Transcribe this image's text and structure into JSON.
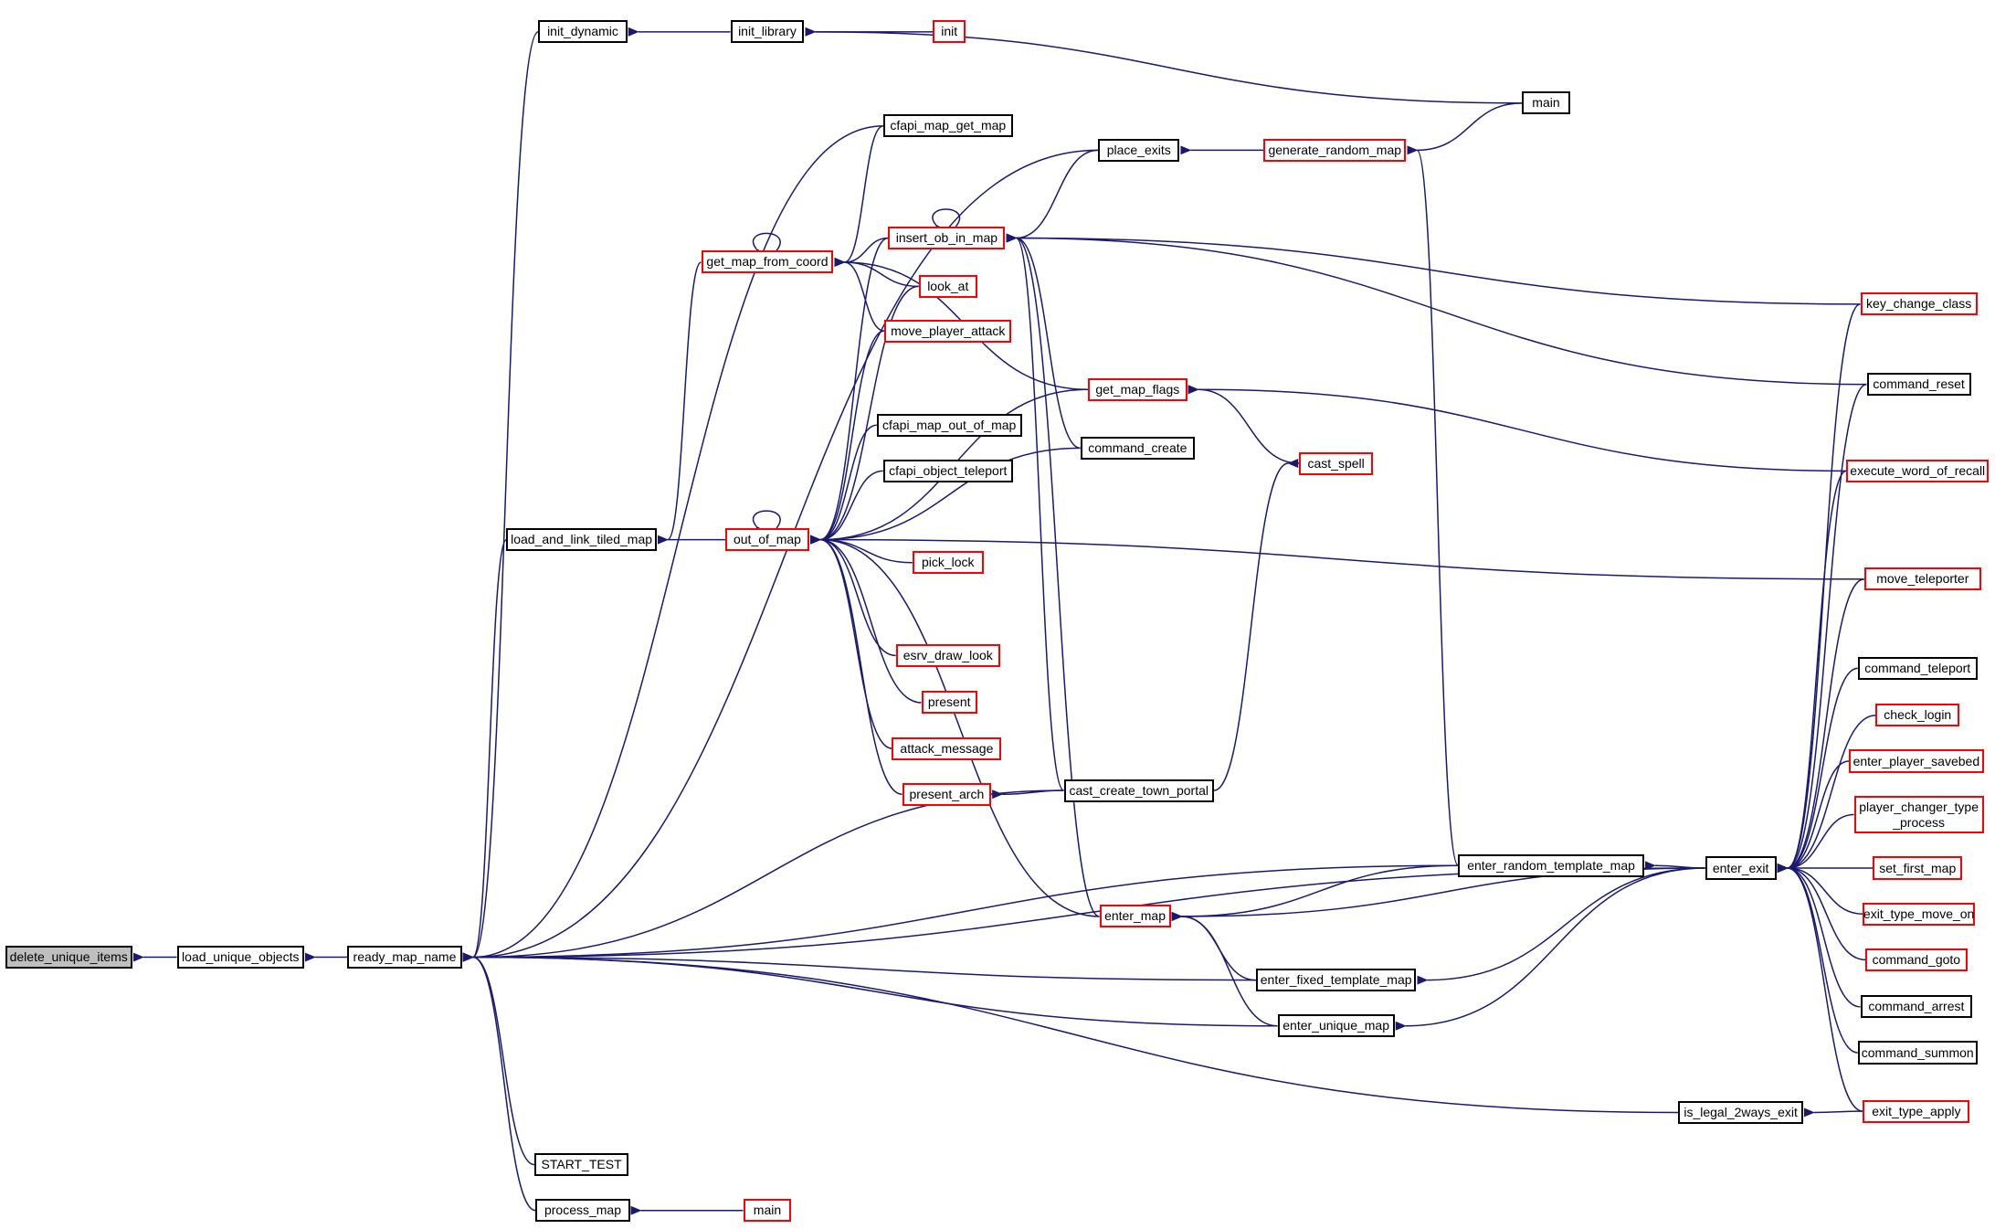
{
  "colors": {
    "edge": "#191970",
    "red_border": "#ff0000",
    "black_border": "#000000",
    "highlight_fill": "#bfbfbf"
  },
  "nodes": [
    {
      "id": "delete_unique_items",
      "label": "delete_unique_items",
      "style": "highlighted"
    },
    {
      "id": "load_unique_objects",
      "label": "load_unique_objects",
      "style": "black"
    },
    {
      "id": "ready_map_name",
      "label": "ready_map_name",
      "style": "black"
    },
    {
      "id": "init_dynamic",
      "label": "init_dynamic",
      "style": "black"
    },
    {
      "id": "init_library",
      "label": "init_library",
      "style": "black"
    },
    {
      "id": "init",
      "label": "init",
      "style": "red"
    },
    {
      "id": "main_top",
      "label": "main",
      "style": "black"
    },
    {
      "id": "cfapi_map_get_map",
      "label": "cfapi_map_get_map",
      "style": "black"
    },
    {
      "id": "place_exits",
      "label": "place_exits",
      "style": "black"
    },
    {
      "id": "generate_random_map",
      "label": "generate_random_map",
      "style": "red"
    },
    {
      "id": "insert_ob_in_map",
      "label": "insert_ob_in_map",
      "style": "red"
    },
    {
      "id": "get_map_from_coord",
      "label": "get_map_from_coord",
      "style": "red"
    },
    {
      "id": "look_at",
      "label": "look_at",
      "style": "red"
    },
    {
      "id": "key_change_class",
      "label": "key_change_class",
      "style": "red"
    },
    {
      "id": "move_player_attack",
      "label": "move_player_attack",
      "style": "red"
    },
    {
      "id": "get_map_flags",
      "label": "get_map_flags",
      "style": "red"
    },
    {
      "id": "command_reset",
      "label": "command_reset",
      "style": "black"
    },
    {
      "id": "cfapi_map_out_of_map",
      "label": "cfapi_map_out_of_map",
      "style": "black"
    },
    {
      "id": "command_create",
      "label": "command_create",
      "style": "black"
    },
    {
      "id": "cast_spell",
      "label": "cast_spell",
      "style": "red"
    },
    {
      "id": "cfapi_object_teleport",
      "label": "cfapi_object_teleport",
      "style": "black"
    },
    {
      "id": "execute_word_of_recall",
      "label": "execute_word_of_recall",
      "style": "red"
    },
    {
      "id": "load_and_link_tiled_map",
      "label": "load_and_link_tiled_map",
      "style": "black"
    },
    {
      "id": "out_of_map",
      "label": "out_of_map",
      "style": "red"
    },
    {
      "id": "pick_lock",
      "label": "pick_lock",
      "style": "red"
    },
    {
      "id": "move_teleporter",
      "label": "move_teleporter",
      "style": "red"
    },
    {
      "id": "esrv_draw_look",
      "label": "esrv_draw_look",
      "style": "red"
    },
    {
      "id": "command_teleport",
      "label": "command_teleport",
      "style": "black"
    },
    {
      "id": "present",
      "label": "present",
      "style": "red"
    },
    {
      "id": "check_login",
      "label": "check_login",
      "style": "red"
    },
    {
      "id": "attack_message",
      "label": "attack_message",
      "style": "red"
    },
    {
      "id": "enter_player_savebed",
      "label": "enter_player_savebed",
      "style": "red"
    },
    {
      "id": "present_arch",
      "label": "present_arch",
      "style": "red"
    },
    {
      "id": "cast_create_town_portal",
      "label": "cast_create_town_portal",
      "style": "black"
    },
    {
      "id": "player_changer_type_process",
      "label": "player_changer_type\n_process",
      "style": "red"
    },
    {
      "id": "enter_random_template_map",
      "label": "enter_random_template_map",
      "style": "black"
    },
    {
      "id": "enter_exit",
      "label": "enter_exit",
      "style": "black"
    },
    {
      "id": "set_first_map",
      "label": "set_first_map",
      "style": "red"
    },
    {
      "id": "enter_map",
      "label": "enter_map",
      "style": "red"
    },
    {
      "id": "exit_type_move_on",
      "label": "exit_type_move_on",
      "style": "red"
    },
    {
      "id": "command_goto",
      "label": "command_goto",
      "style": "red"
    },
    {
      "id": "enter_fixed_template_map",
      "label": "enter_fixed_template_map",
      "style": "black"
    },
    {
      "id": "command_arrest",
      "label": "command_arrest",
      "style": "black"
    },
    {
      "id": "enter_unique_map",
      "label": "enter_unique_map",
      "style": "black"
    },
    {
      "id": "command_summon",
      "label": "command_summon",
      "style": "black"
    },
    {
      "id": "is_legal_2ways_exit",
      "label": "is_legal_2ways_exit",
      "style": "black"
    },
    {
      "id": "exit_type_apply",
      "label": "exit_type_apply",
      "style": "red"
    },
    {
      "id": "START_TEST",
      "label": "START_TEST",
      "style": "black"
    },
    {
      "id": "process_map",
      "label": "process_map",
      "style": "black"
    },
    {
      "id": "main_bottom",
      "label": "main",
      "style": "red"
    }
  ],
  "edges": [
    [
      "load_unique_objects",
      "delete_unique_items"
    ],
    [
      "ready_map_name",
      "load_unique_objects"
    ],
    [
      "init_dynamic",
      "ready_map_name"
    ],
    [
      "cfapi_map_get_map",
      "ready_map_name"
    ],
    [
      "place_exits",
      "ready_map_name"
    ],
    [
      "load_and_link_tiled_map",
      "ready_map_name"
    ],
    [
      "cast_create_town_portal",
      "ready_map_name"
    ],
    [
      "enter_random_template_map",
      "ready_map_name"
    ],
    [
      "enter_fixed_template_map",
      "ready_map_name"
    ],
    [
      "enter_unique_map",
      "ready_map_name"
    ],
    [
      "enter_exit",
      "ready_map_name"
    ],
    [
      "is_legal_2ways_exit",
      "ready_map_name"
    ],
    [
      "START_TEST",
      "ready_map_name"
    ],
    [
      "process_map",
      "ready_map_name"
    ],
    [
      "init_library",
      "init_dynamic"
    ],
    [
      "init",
      "init_library"
    ],
    [
      "main_top",
      "init_library"
    ],
    [
      "generate_random_map",
      "place_exits"
    ],
    [
      "main_top",
      "generate_random_map"
    ],
    [
      "enter_random_template_map",
      "generate_random_map"
    ],
    [
      "get_map_from_coord",
      "load_and_link_tiled_map"
    ],
    [
      "cfapi_map_get_map",
      "get_map_from_coord"
    ],
    [
      "get_map_flags",
      "get_map_from_coord"
    ],
    [
      "insert_ob_in_map",
      "get_map_from_coord"
    ],
    [
      "look_at",
      "get_map_from_coord"
    ],
    [
      "move_player_attack",
      "get_map_from_coord"
    ],
    [
      "place_exits",
      "insert_ob_in_map"
    ],
    [
      "key_change_class",
      "insert_ob_in_map"
    ],
    [
      "command_reset",
      "insert_ob_in_map"
    ],
    [
      "command_create",
      "insert_ob_in_map"
    ],
    [
      "cast_create_town_portal",
      "insert_ob_in_map"
    ],
    [
      "enter_map",
      "insert_ob_in_map"
    ],
    [
      "out_of_map",
      "load_and_link_tiled_map"
    ],
    [
      "insert_ob_in_map",
      "out_of_map"
    ],
    [
      "look_at",
      "out_of_map"
    ],
    [
      "move_player_attack",
      "out_of_map"
    ],
    [
      "get_map_flags",
      "out_of_map"
    ],
    [
      "cfapi_map_out_of_map",
      "out_of_map"
    ],
    [
      "cfapi_object_teleport",
      "out_of_map"
    ],
    [
      "command_create",
      "out_of_map"
    ],
    [
      "move_teleporter",
      "out_of_map"
    ],
    [
      "pick_lock",
      "out_of_map"
    ],
    [
      "esrv_draw_look",
      "out_of_map"
    ],
    [
      "present",
      "out_of_map"
    ],
    [
      "attack_message",
      "out_of_map"
    ],
    [
      "present_arch",
      "out_of_map"
    ],
    [
      "enter_map",
      "out_of_map"
    ],
    [
      "cast_spell",
      "get_map_flags"
    ],
    [
      "execute_word_of_recall",
      "get_map_flags"
    ],
    [
      "cast_create_town_portal",
      "cast_spell"
    ],
    [
      "cast_create_town_portal",
      "present_arch"
    ],
    [
      "enter_random_template_map",
      "enter_map"
    ],
    [
      "enter_exit",
      "enter_map"
    ],
    [
      "enter_fixed_template_map",
      "enter_map"
    ],
    [
      "enter_unique_map",
      "enter_map"
    ],
    [
      "enter_exit",
      "enter_random_template_map"
    ],
    [
      "enter_exit",
      "enter_fixed_template_map"
    ],
    [
      "enter_exit",
      "enter_unique_map"
    ],
    [
      "key_change_class",
      "enter_exit"
    ],
    [
      "command_reset",
      "enter_exit"
    ],
    [
      "execute_word_of_recall",
      "enter_exit"
    ],
    [
      "move_teleporter",
      "enter_exit"
    ],
    [
      "command_teleport",
      "enter_exit"
    ],
    [
      "check_login",
      "enter_exit"
    ],
    [
      "enter_player_savebed",
      "enter_exit"
    ],
    [
      "player_changer_type_process",
      "enter_exit"
    ],
    [
      "set_first_map",
      "enter_exit"
    ],
    [
      "exit_type_move_on",
      "enter_exit"
    ],
    [
      "command_goto",
      "enter_exit"
    ],
    [
      "command_arrest",
      "enter_exit"
    ],
    [
      "command_summon",
      "enter_exit"
    ],
    [
      "exit_type_apply",
      "enter_exit"
    ],
    [
      "exit_type_apply",
      "is_legal_2ways_exit"
    ],
    [
      "main_bottom",
      "process_map"
    ],
    [
      "get_map_from_coord",
      "get_map_from_coord"
    ],
    [
      "insert_ob_in_map",
      "insert_ob_in_map"
    ],
    [
      "out_of_map",
      "out_of_map"
    ]
  ]
}
